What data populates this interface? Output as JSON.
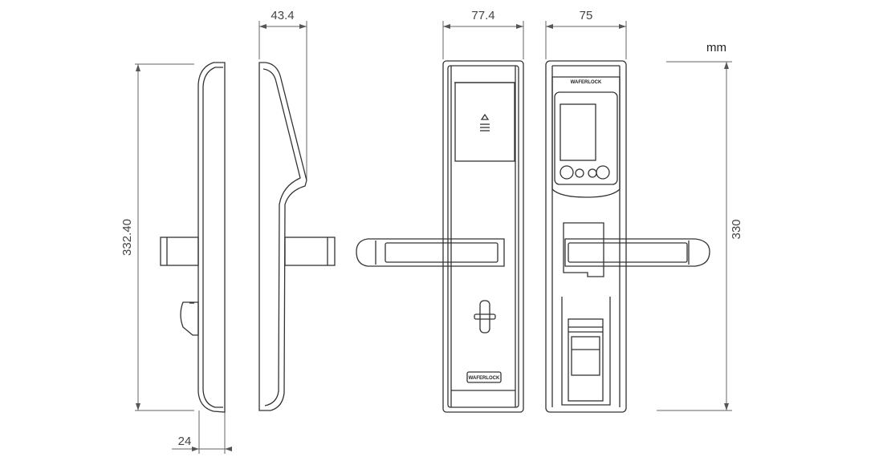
{
  "units": "mm",
  "dimensions": {
    "side_depth": "43.4",
    "side_height": "332.40",
    "side_base_depth": "24",
    "front_width": "77.4",
    "back_width": "75",
    "back_height": "330"
  },
  "brand": "WAFERLOCK",
  "colors": {
    "outline": "#333333",
    "dimension_line": "#555555",
    "text": "#444444"
  }
}
